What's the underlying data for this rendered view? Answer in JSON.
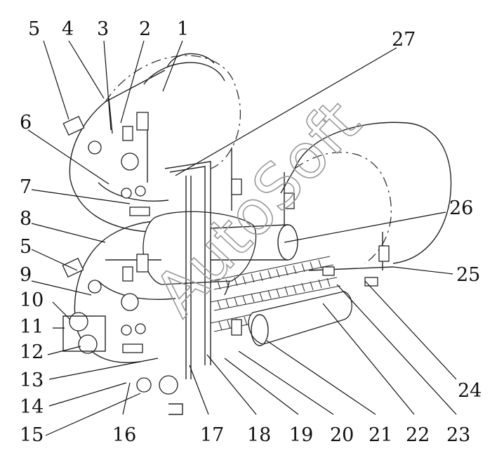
{
  "watermark": "AutoSoft",
  "callouts": [
    "5",
    "4",
    "3",
    "2",
    "1",
    "27",
    "6",
    "7",
    "8",
    "26",
    "5",
    "9",
    "25",
    "10",
    "11",
    "12",
    "13",
    "14",
    "24",
    "15",
    "16",
    "17",
    "18",
    "19",
    "20",
    "21",
    "22",
    "23"
  ]
}
